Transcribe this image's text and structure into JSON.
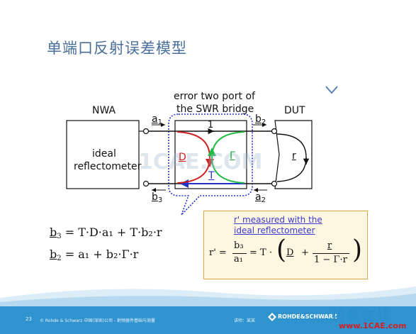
{
  "title": "单端口反射误差模型",
  "diagram": {
    "nwa_label": "NWA",
    "dut_label": "DUT",
    "error_label_line1": "error two port of",
    "error_label_line2": "the  SWR bridge",
    "ideal_line1": "ideal",
    "ideal_line2": "reflectometer",
    "a1": "a",
    "a1_sub": "1",
    "b3": "b",
    "b3_sub": "3",
    "b2": "b",
    "b2_sub": "2",
    "a2": "a",
    "a2_sub": "2",
    "top_path": "1",
    "bottom_path": "T",
    "d_label": "D",
    "gamma_label": "Γ",
    "r_label": "r",
    "watermark": "1CAE.COM"
  },
  "equations": {
    "eq1_lhs": "b",
    "eq1_lhs_sub": "3",
    "eq1_rhs": "= T·D·a₁  +  T·b₂·r",
    "eq2_lhs": "b",
    "eq2_lhs_sub": "2",
    "eq2_rhs": "= a₁  +  b₂·Γ·r"
  },
  "callout": {
    "line1": "r' measured with the",
    "line2": "ideal reflectometer",
    "formula_lhs": "r' =",
    "frac1_num": "b₃",
    "frac1_den": "a₁",
    "mid": "= T ·",
    "d": "D",
    "plus": "+",
    "frac2_num": "r",
    "frac2_den": "1 − Γ·r"
  },
  "footer": {
    "page": "23",
    "company": "© Rohde & Schwarz 中国(深圳)公司 - 射频器件基础与测量",
    "presenter": "讲师：某某",
    "logo": "ROHDE&SCHWARZ",
    "brand": "仿真在线",
    "url": "www.1CAE.com"
  },
  "colors": {
    "accent_blue": "#2f93cf",
    "title_blue": "#4a6f9a",
    "d_arc": "#cc2222",
    "gamma_arc": "#22bb44",
    "t_path": "#2233cc",
    "callout_border": "#e0a347"
  }
}
